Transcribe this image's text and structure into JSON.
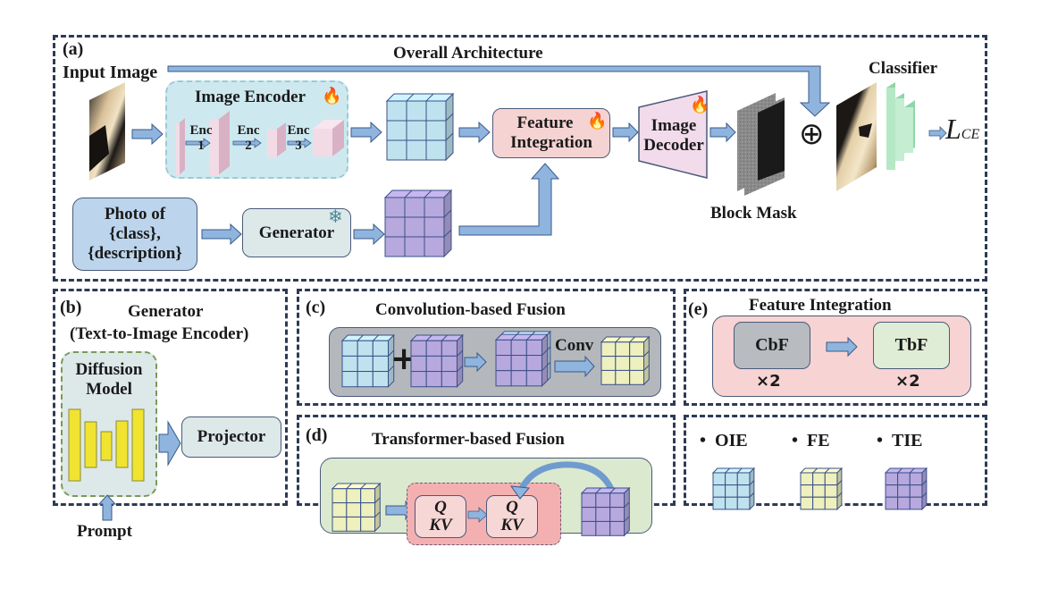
{
  "panel_a": {
    "tag": "(a)",
    "title": "Overall Architecture",
    "input_image_label": "Input Image",
    "image_encoder": {
      "title": "Image Encoder",
      "icon": "fire-icon",
      "stages": [
        {
          "line1": "Enc",
          "line2": "1"
        },
        {
          "line1": "Enc",
          "line2": "2"
        },
        {
          "line1": "Enc",
          "line2": "3"
        }
      ]
    },
    "feature_integration": {
      "line1": "Feature",
      "line2": "Integration",
      "icon": "fire-icon"
    },
    "image_decoder": {
      "line1": "Image",
      "line2": "Decoder",
      "icon": "fire-icon"
    },
    "block_mask_label": "Block Mask",
    "classifier_label": "Classifier",
    "loss_symbol": "L",
    "loss_subscript": "CE",
    "combine_symbol": "⊕",
    "prompt_box": {
      "line1": "Photo of",
      "line2": "{class},",
      "line3": "{description}"
    },
    "generator": {
      "label": "Generator",
      "icon": "snowflake-icon"
    }
  },
  "panel_b": {
    "tag": "(b)",
    "title_line1": "Generator",
    "title_line2": "(Text-to-Image Encoder)",
    "diffusion_line1": "Diffusion",
    "diffusion_line2": "Model",
    "projector": "Projector",
    "prompt": "Prompt"
  },
  "panel_c": {
    "tag": "(c)",
    "title": "Convolution-based Fusion",
    "plus": "+",
    "conv_label": "Conv"
  },
  "panel_d": {
    "tag": "(d)",
    "title": "Transformer-based Fusion",
    "attn_blocks": [
      {
        "q": "Q",
        "kv": "KV"
      },
      {
        "q": "Q",
        "kv": "KV"
      }
    ]
  },
  "panel_e": {
    "tag": "(e)",
    "title": "Feature Integration",
    "blocks": [
      {
        "label": "CbF",
        "repeat": "×2"
      },
      {
        "label": "TbF",
        "repeat": "×2"
      }
    ]
  },
  "legend": {
    "items": [
      {
        "bullet": "•",
        "label": "OIE"
      },
      {
        "bullet": "•",
        "label": "FE"
      },
      {
        "bullet": "•",
        "label": "TIE"
      }
    ]
  },
  "colors": {
    "oie": "#bfe3ee",
    "fe": "#eef0bd",
    "tie": "#b7a9dd",
    "arrow": "#8fb4de",
    "panel_border": "#2e3a55"
  }
}
